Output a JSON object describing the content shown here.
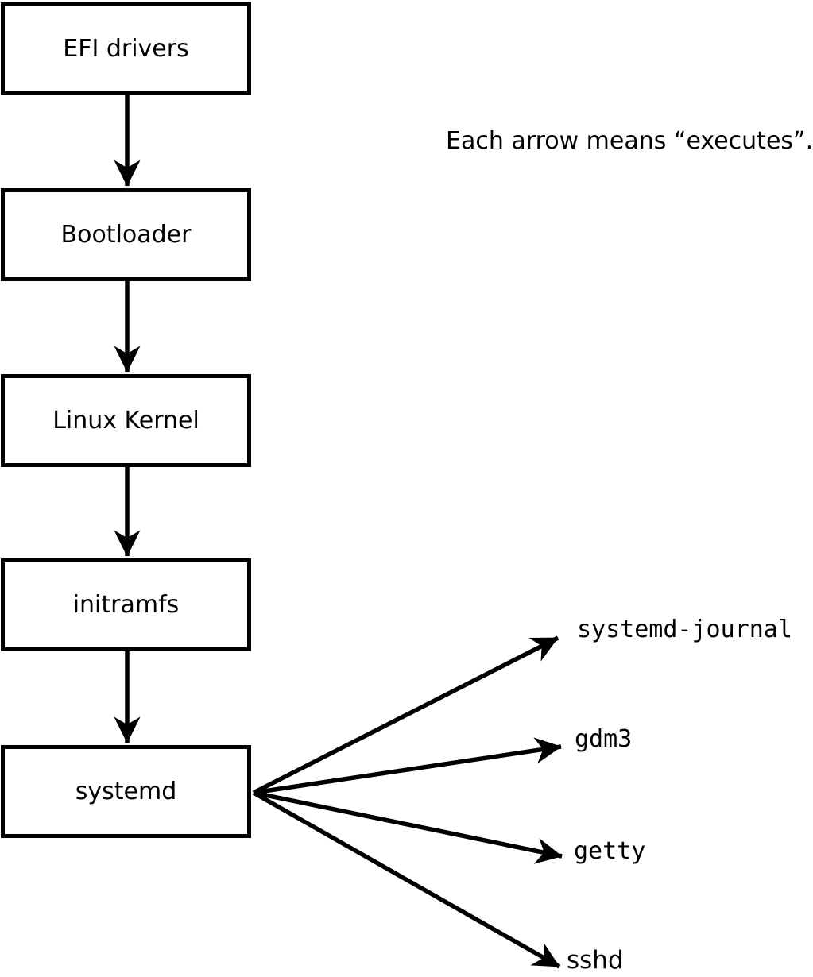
{
  "annotation": "Each arrow means “executes”.",
  "arrow_meaning": "executes",
  "chain": [
    {
      "label": "EFI drivers"
    },
    {
      "label": "Bootloader"
    },
    {
      "label": "Linux Kernel"
    },
    {
      "label": "initramfs"
    },
    {
      "label": "systemd"
    }
  ],
  "spawned": [
    {
      "label": "systemd-journal"
    },
    {
      "label": "gdm3"
    },
    {
      "label": "getty"
    },
    {
      "label": "sshd"
    }
  ],
  "colors": {
    "line": "#000000",
    "text": "#000000",
    "background": "#ffffff",
    "box_fill": "#ffffff"
  }
}
